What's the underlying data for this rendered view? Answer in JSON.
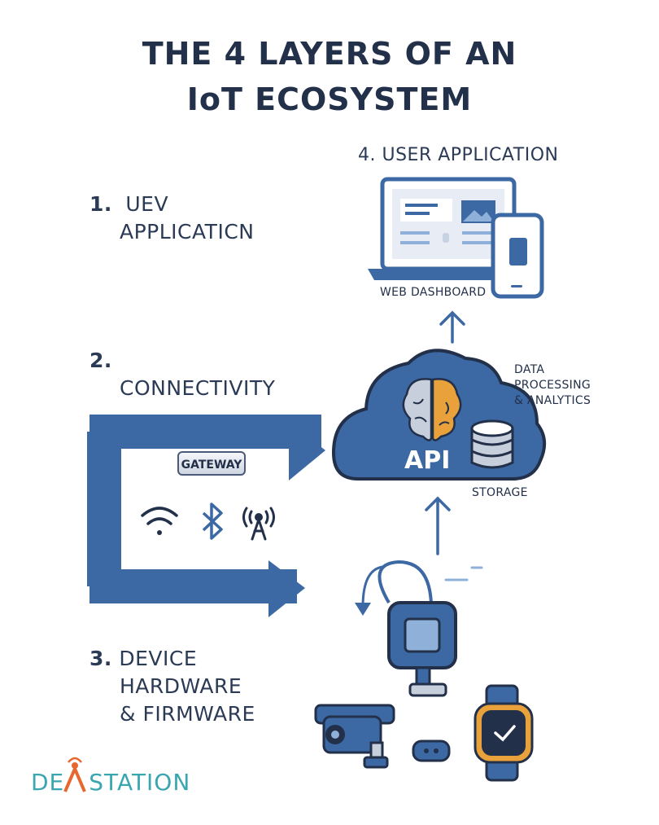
{
  "title": {
    "line1": "THE 4 LAYERS OF AN",
    "line2": "IoT ECOSYSTEM"
  },
  "layers": {
    "one": {
      "number": "1.",
      "line1": "UEV",
      "line2": "APPLICATICN"
    },
    "two": {
      "number": "2.",
      "name": "CONNECTIVITY"
    },
    "three": {
      "number": "3.",
      "line1": "DEVICE",
      "line2": "HARDWARE",
      "line3": "& FIRMWARE"
    },
    "four": {
      "heading": "4. USER APPLICATION"
    }
  },
  "labels": {
    "web_dashboard": "WEB DASHBOARD",
    "data_processing_1": "DATA",
    "data_processing_2": "PROCESSING",
    "data_processing_3": "& ANALYTICS",
    "api": "API",
    "storage": "STORAGE",
    "gateway": "GATEWAY"
  },
  "logo": {
    "part1": "DE",
    "part2": "STATION"
  },
  "icons": [
    "laptop-icon",
    "phone-icon",
    "brain-icon",
    "database-icon",
    "cloud-icon",
    "wifi-icon",
    "bluetooth-icon",
    "antenna-icon",
    "sensor-icon",
    "camera-icon",
    "smartwatch-icon",
    "tag-icon"
  ],
  "colors": {
    "primary": "#3c68a4",
    "dark": "#22304a",
    "accent_orange": "#e9a23b",
    "logo_teal": "#39a6b0",
    "logo_orange": "#e8672f"
  }
}
